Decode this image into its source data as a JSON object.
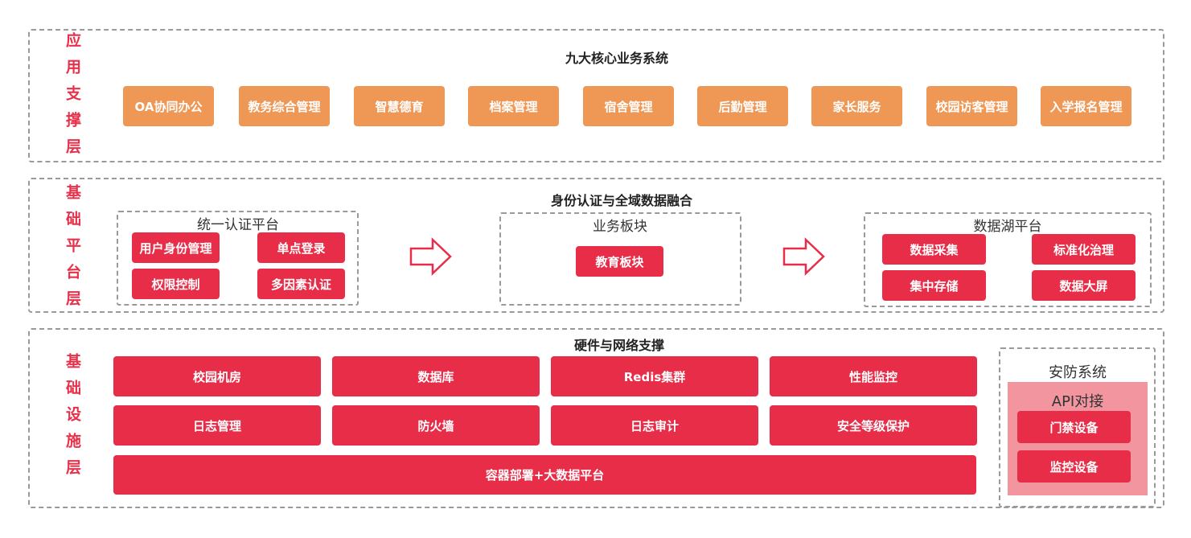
{
  "colors": {
    "accent": "#e82d48",
    "orange": "#ef9754",
    "pink": "#f2959f",
    "border": "#9a9a9a"
  },
  "app_layer": {
    "label": "应用支撑层",
    "title": "九大核心业务系统",
    "items": [
      "OA协同办公",
      "教务综合管理",
      "智慧德育",
      "档案管理",
      "宿舍管理",
      "后勤管理",
      "家长服务",
      "校园访客管理",
      "入学报名管理"
    ]
  },
  "platform_layer": {
    "label": "基础平台层",
    "title": "身份认证与全域数据融合",
    "auth": {
      "title": "统一认证平台",
      "items": [
        "用户身份管理",
        "单点登录",
        "权限控制",
        "多因素认证"
      ]
    },
    "business": {
      "title": "业务板块",
      "items": [
        "教育板块"
      ]
    },
    "datalake": {
      "title": "数据湖平台",
      "items": [
        "数据采集",
        "标准化治理",
        "集中存储",
        "数据大屏"
      ]
    }
  },
  "infra_layer": {
    "label": "基础设施层",
    "title": "硬件与网络支撑",
    "items": [
      "校园机房",
      "数据库",
      "Redis集群",
      "性能监控",
      "日志管理",
      "防火墙",
      "日志审计",
      "安全等级保护"
    ],
    "full_item": "容器部署+大数据平台",
    "security": {
      "title": "安防系统",
      "api_title": "API对接",
      "items": [
        "门禁设备",
        "监控设备"
      ]
    }
  }
}
